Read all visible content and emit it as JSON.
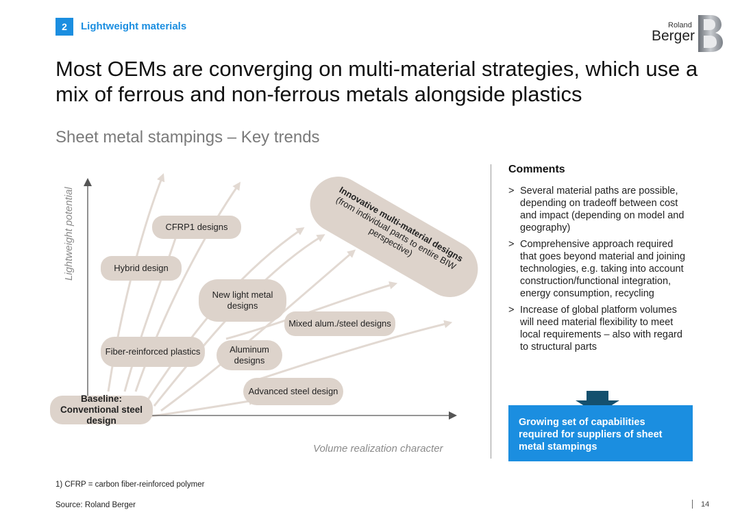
{
  "header": {
    "section_number": "2",
    "section_name": "Lightweight materials",
    "brand_top": "Roland",
    "brand_bottom": "Berger"
  },
  "headline": "Most OEMs are converging on multi-material strategies, which use a mix of ferrous and non-ferrous metals alongside plastics",
  "subtitle": "Sheet metal stampings – Key trends",
  "diagram": {
    "y_axis_label": "Lightweight potential",
    "x_axis_label": "Volume realization character",
    "baseline": "Baseline: Conventional steel design",
    "nodes": {
      "cfrp": "CFRP1 designs",
      "hybrid": "Hybrid design",
      "new_light_metal": "New light metal designs",
      "mixed": "Mixed alum./steel designs",
      "fiber": "Fiber-reinforced plastics",
      "aluminum": "Aluminum designs",
      "advanced_steel": "Advanced steel design"
    },
    "innovative_title": "Innovative multi-material designs",
    "innovative_sub": "(from individual parts to entire BIW perspective)",
    "colors": {
      "pill": "#ddd3cb",
      "arrow": "#e2d9d2",
      "axis": "#555555"
    }
  },
  "comments": {
    "title": "Comments",
    "marker": ">",
    "items": [
      "Several material paths are possible, depending on tradeoff between cost and impact (depending on model and geography)",
      "Comprehensive approach required that goes beyond material and joining technologies, e.g. taking into account construction/functional integration, energy consumption, recycling",
      "Increase of global platform volumes will need material flexibility to meet local requirements – also with regard to structural parts"
    ]
  },
  "callout": {
    "text": "Growing set of capabilities required for suppliers of sheet metal stampings",
    "color": "#1b8ee0"
  },
  "footnote": "1) CFRP = carbon fiber-reinforced polymer",
  "source": "Source: Roland Berger",
  "page_number": "14"
}
